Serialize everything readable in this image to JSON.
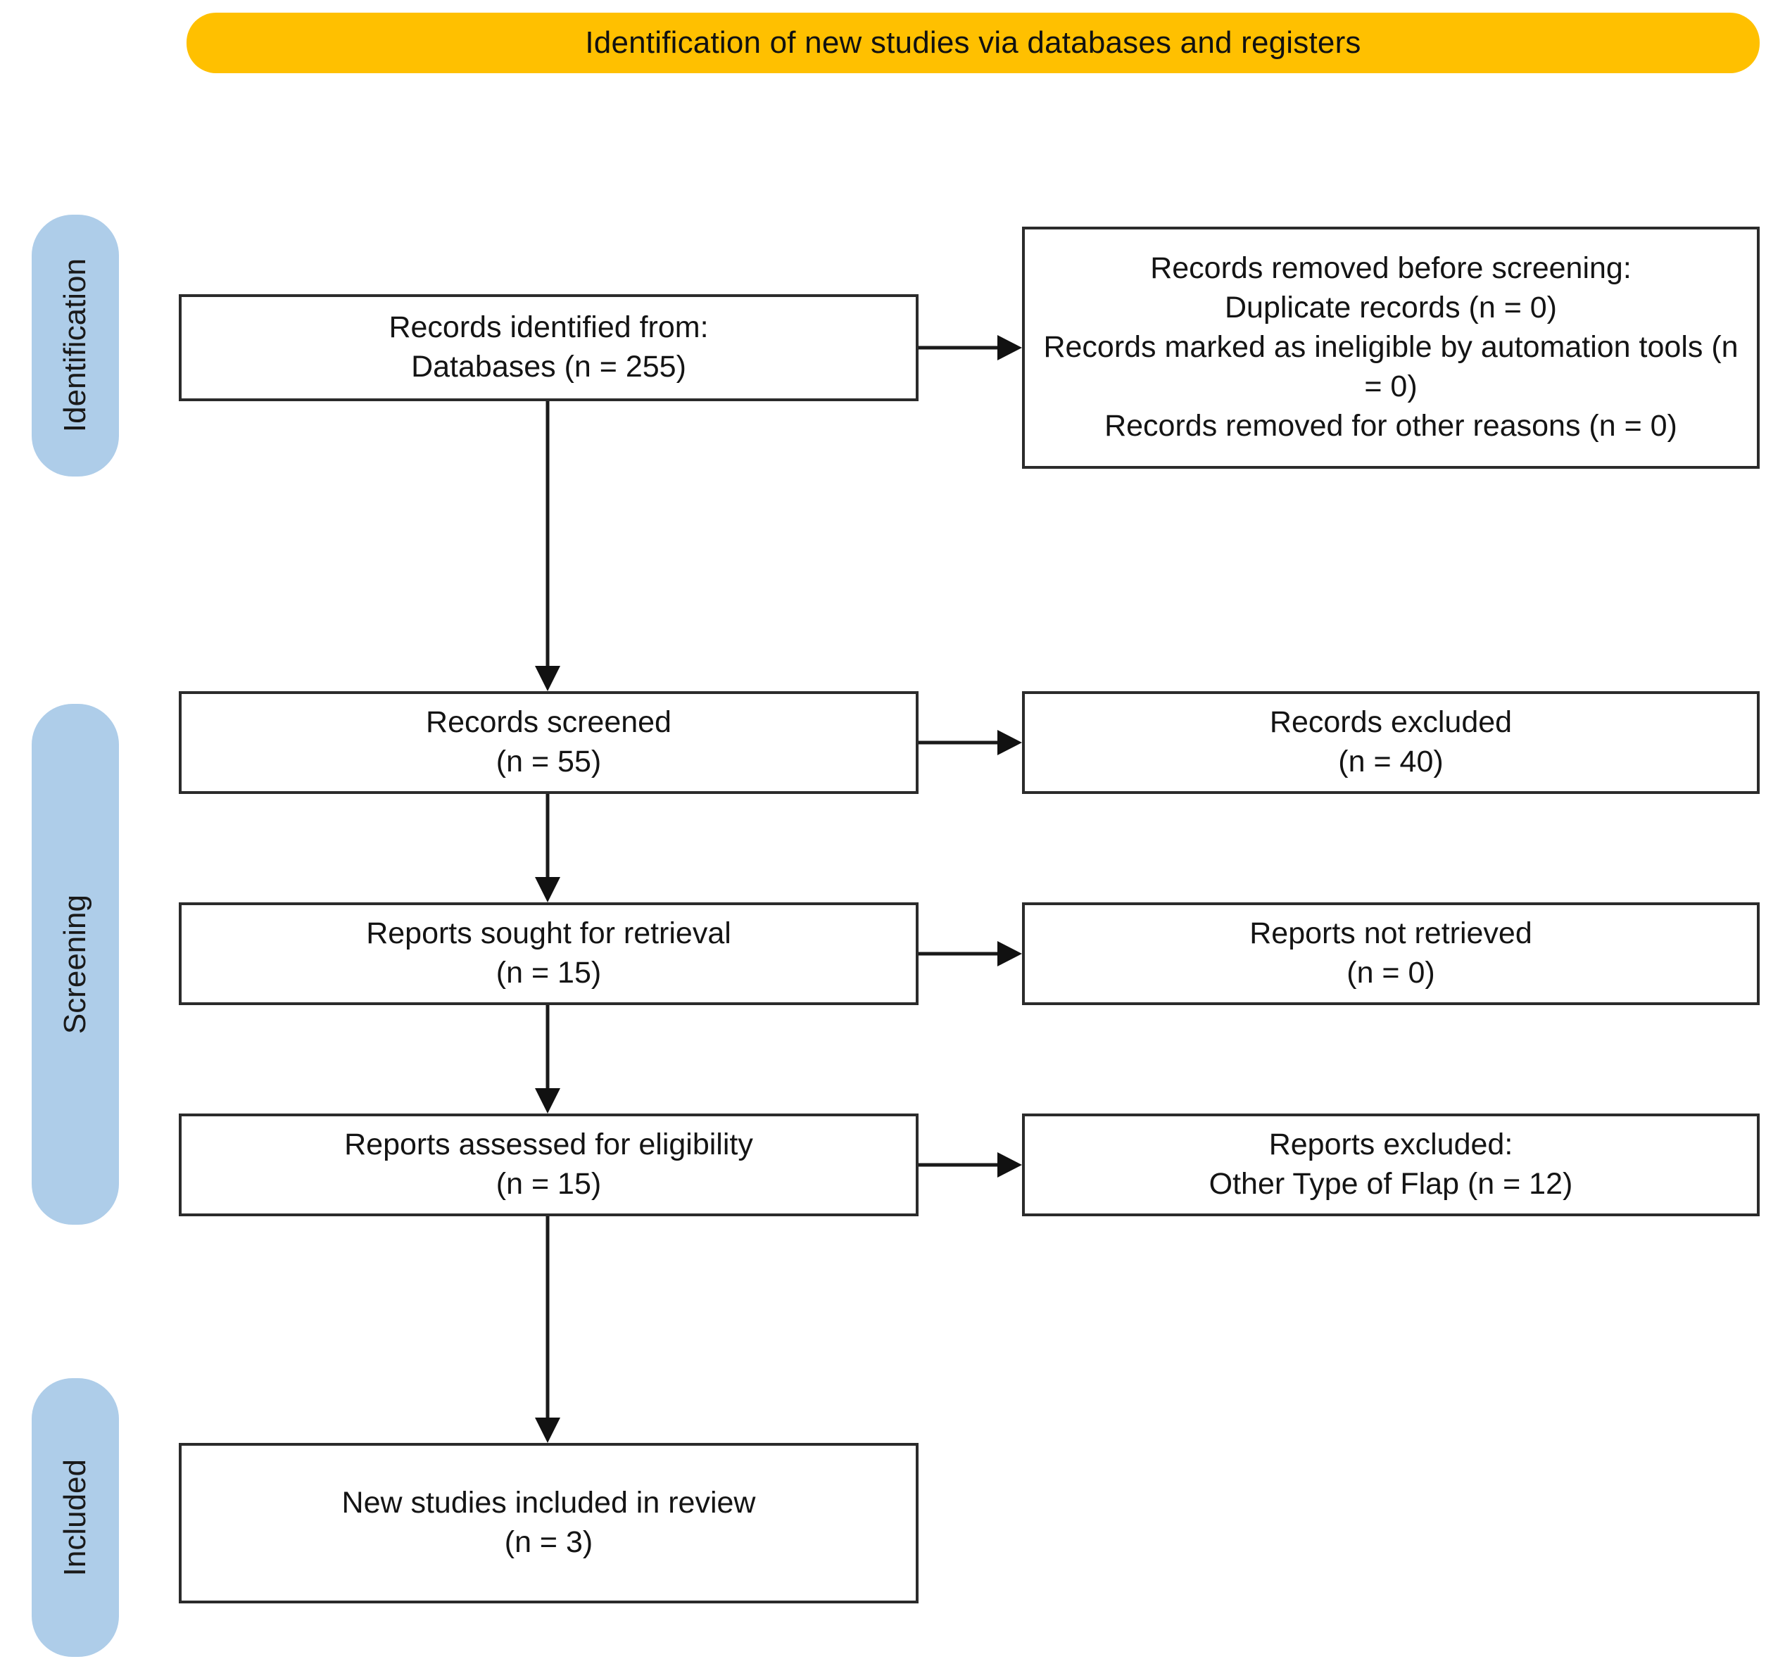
{
  "banner": {
    "title": "Identification of new studies via databases and registers",
    "color": "#FFC000"
  },
  "phases": {
    "color": "#AECDE9",
    "identification": "Identification",
    "screening": "Screening",
    "included": "Included"
  },
  "boxes": {
    "identified": {
      "line1": "Records identified from:",
      "line2": "Databases (n = 255)"
    },
    "removed": {
      "line1": "Records removed before screening:",
      "line2": "Duplicate records (n = 0)",
      "line3": "Records marked as ineligible by automation tools (n = 0)",
      "line4": "Records removed for other reasons (n = 0)"
    },
    "screened": {
      "line1": "Records screened",
      "line2": "(n = 55)"
    },
    "records_excluded": {
      "line1": "Records excluded",
      "line2": "(n = 40)"
    },
    "sought": {
      "line1": "Reports sought for retrieval",
      "line2": "(n = 15)"
    },
    "not_retrieved": {
      "line1": "Reports not retrieved",
      "line2": "(n = 0)"
    },
    "assessed": {
      "line1": "Reports assessed for eligibility",
      "line2": "(n = 15)"
    },
    "reports_excluded": {
      "line1": "Reports excluded:",
      "line2": "Other Type of Flap (n = 12)"
    },
    "included": {
      "line1": "New studies included in review",
      "line2": "(n = 3)"
    }
  },
  "chart_data": {
    "type": "diagram",
    "title": "Identification of new studies via databases and registers",
    "nodes": [
      {
        "id": "identified",
        "phase": "Identification",
        "column": "left",
        "label": "Records identified from: Databases",
        "n": 255
      },
      {
        "id": "removed",
        "phase": "Identification",
        "column": "right",
        "label": "Records removed before screening",
        "n": 0,
        "details": [
          {
            "label": "Duplicate records",
            "n": 0
          },
          {
            "label": "Records marked as ineligible by automation tools",
            "n": 0
          },
          {
            "label": "Records removed for other reasons",
            "n": 0
          }
        ]
      },
      {
        "id": "screened",
        "phase": "Screening",
        "column": "left",
        "label": "Records screened",
        "n": 55
      },
      {
        "id": "records_excluded",
        "phase": "Screening",
        "column": "right",
        "label": "Records excluded",
        "n": 40
      },
      {
        "id": "sought",
        "phase": "Screening",
        "column": "left",
        "label": "Reports sought for retrieval",
        "n": 15
      },
      {
        "id": "not_retrieved",
        "phase": "Screening",
        "column": "right",
        "label": "Reports not retrieved",
        "n": 0
      },
      {
        "id": "assessed",
        "phase": "Screening",
        "column": "left",
        "label": "Reports assessed for eligibility",
        "n": 15
      },
      {
        "id": "reports_excluded",
        "phase": "Screening",
        "column": "right",
        "label": "Reports excluded: Other Type of Flap",
        "n": 12
      },
      {
        "id": "included",
        "phase": "Included",
        "column": "left",
        "label": "New studies included in review",
        "n": 3
      }
    ],
    "edges": [
      {
        "from": "identified",
        "to": "removed",
        "direction": "horizontal"
      },
      {
        "from": "identified",
        "to": "screened",
        "direction": "vertical"
      },
      {
        "from": "screened",
        "to": "records_excluded",
        "direction": "horizontal"
      },
      {
        "from": "screened",
        "to": "sought",
        "direction": "vertical"
      },
      {
        "from": "sought",
        "to": "not_retrieved",
        "direction": "horizontal"
      },
      {
        "from": "sought",
        "to": "assessed",
        "direction": "vertical"
      },
      {
        "from": "assessed",
        "to": "reports_excluded",
        "direction": "horizontal"
      },
      {
        "from": "assessed",
        "to": "included",
        "direction": "vertical"
      }
    ]
  }
}
